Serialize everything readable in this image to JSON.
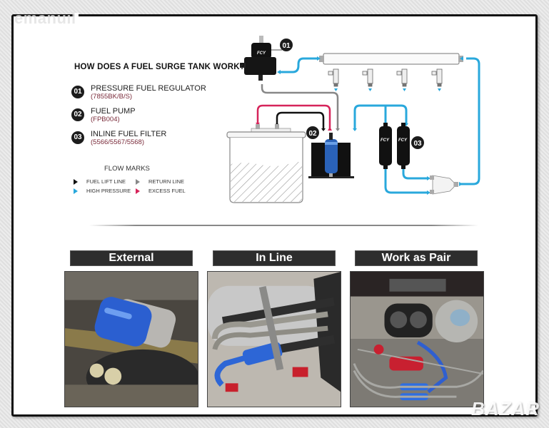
{
  "watermarks": {
    "top_left": "emanuil",
    "bottom_right": "BAZAR"
  },
  "infographic": {
    "heading": "HOW DOES A FUEL SURGE TANK WORK?",
    "components": [
      {
        "number": "01",
        "title": "PRESSURE FUEL REGULATOR",
        "code": "(7855BK/B/S)"
      },
      {
        "number": "02",
        "title": "FUEL PUMP",
        "code": "(FPB004)"
      },
      {
        "number": "03",
        "title": "INLINE FUEL FILTER",
        "code": "(5566/5567/5568)"
      }
    ],
    "flow_marks": {
      "title": "FLOW MARKS",
      "items": [
        {
          "label": "FUEL LIFT LINE",
          "color": "#111111"
        },
        {
          "label": "RETURN LINE",
          "color": "#888888"
        },
        {
          "label": "HIGH PRESSURE",
          "color": "#29a8dc"
        },
        {
          "label": "EXCESS FUEL",
          "color": "#d6245a"
        }
      ]
    },
    "diagram_badges": [
      "01",
      "02",
      "03"
    ],
    "brand_mark": "FCY",
    "colors": {
      "high_pressure": "#29a8dc",
      "return": "#888888",
      "lift": "#111111",
      "excess": "#d6245a",
      "pump_body": "#2a62b8"
    }
  },
  "installations": [
    {
      "label": "External",
      "photo": "blue surge tank mounted under vehicle beside silver fuel filter"
    },
    {
      "label": "In Line",
      "photo": "blue inline fuel pump on bracket with braided lines and red/blue fittings"
    },
    {
      "label": "Work as Pair",
      "photo": "engine bay with red and twin blue inline fuel pumps and braided lines"
    }
  ]
}
